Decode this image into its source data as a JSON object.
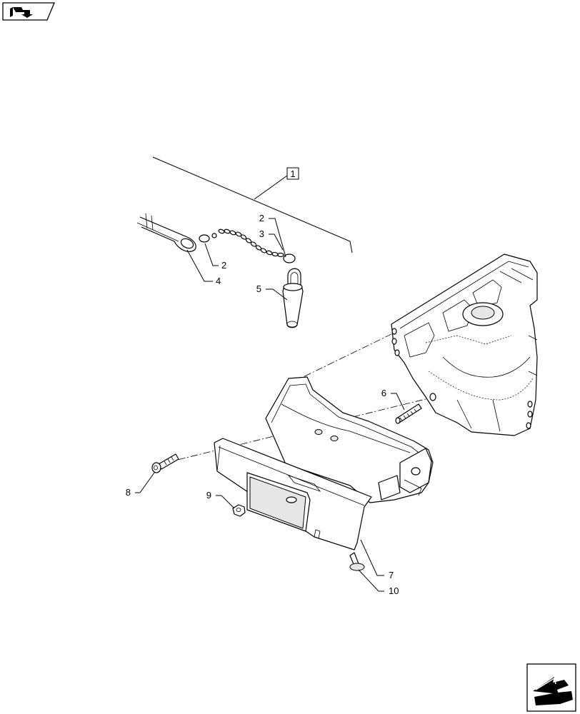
{
  "header": {
    "nav_icon": "book-arrow-icon"
  },
  "footer": {
    "nav_icon": "next-page-arrow-icon"
  },
  "diagram": {
    "assembly_ref": "1",
    "callouts": [
      {
        "id": "c2a",
        "label": "2"
      },
      {
        "id": "c3",
        "label": "3"
      },
      {
        "id": "c2b",
        "label": "2"
      },
      {
        "id": "c4",
        "label": "4"
      },
      {
        "id": "c5",
        "label": "5"
      },
      {
        "id": "c6",
        "label": "6"
      },
      {
        "id": "c8",
        "label": "8"
      },
      {
        "id": "c9",
        "label": "9"
      },
      {
        "id": "c7",
        "label": "7"
      },
      {
        "id": "c10",
        "label": "10"
      }
    ]
  }
}
